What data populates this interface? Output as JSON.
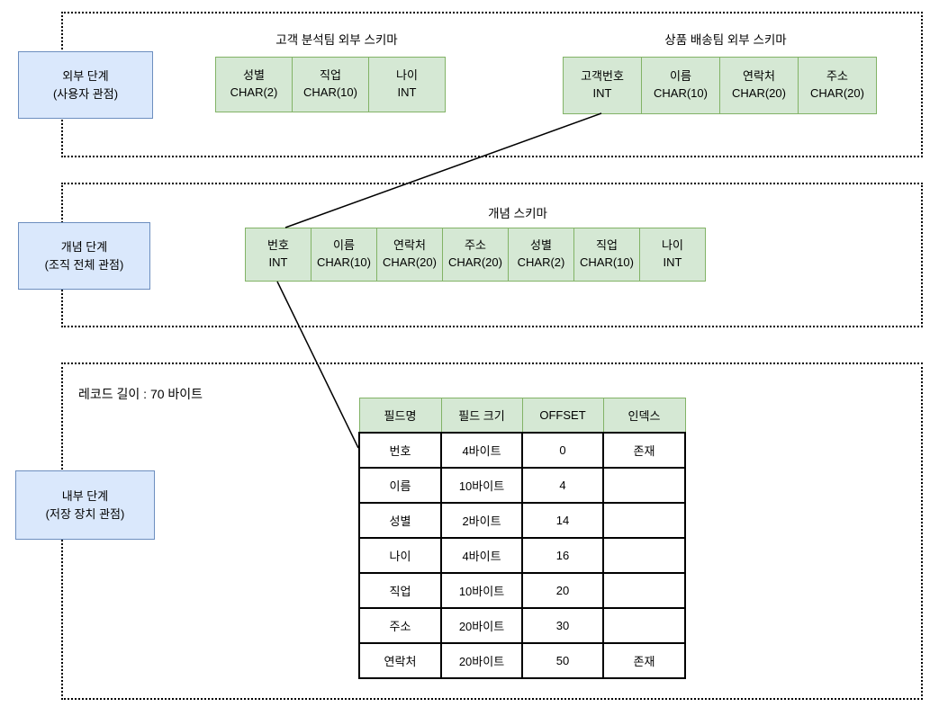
{
  "levels": {
    "external": {
      "line1": "외부 단계",
      "line2": "(사용자 관점)"
    },
    "conceptual": {
      "line1": "개념 단계",
      "line2": "(조직 전체 관점)"
    },
    "internal": {
      "line1": "내부 단계",
      "line2": "(저장 장치 관점)"
    }
  },
  "external_schemas": [
    {
      "title": "고객 분석팀 외부 스키마",
      "fields": [
        {
          "name": "성별",
          "type": "CHAR(2)"
        },
        {
          "name": "직업",
          "type": "CHAR(10)"
        },
        {
          "name": "나이",
          "type": "INT"
        }
      ]
    },
    {
      "title": "상품 배송팀 외부 스키마",
      "fields": [
        {
          "name": "고객번호",
          "type": "INT"
        },
        {
          "name": "이름",
          "type": "CHAR(10)"
        },
        {
          "name": "연락처",
          "type": "CHAR(20)"
        },
        {
          "name": "주소",
          "type": "CHAR(20)"
        }
      ]
    }
  ],
  "conceptual_schema": {
    "title": "개념 스키마",
    "fields": [
      {
        "name": "번호",
        "type": "INT"
      },
      {
        "name": "이름",
        "type": "CHAR(10)"
      },
      {
        "name": "연락처",
        "type": "CHAR(20)"
      },
      {
        "name": "주소",
        "type": "CHAR(20)"
      },
      {
        "name": "성별",
        "type": "CHAR(2)"
      },
      {
        "name": "직업",
        "type": "CHAR(10)"
      },
      {
        "name": "나이",
        "type": "INT"
      }
    ]
  },
  "internal": {
    "record_length_label": "레코드 길이 : 70 바이트",
    "table": {
      "headers": [
        "필드명",
        "필드 크기",
        "OFFSET",
        "인덱스"
      ],
      "rows": [
        {
          "field": "번호",
          "size": "4바이트",
          "offset": "0",
          "index": "존재"
        },
        {
          "field": "이름",
          "size": "10바이트",
          "offset": "4",
          "index": ""
        },
        {
          "field": "성별",
          "size": "2바이트",
          "offset": "14",
          "index": ""
        },
        {
          "field": "나이",
          "size": "4바이트",
          "offset": "16",
          "index": ""
        },
        {
          "field": "직업",
          "size": "10바이트",
          "offset": "20",
          "index": ""
        },
        {
          "field": "주소",
          "size": "20바이트",
          "offset": "30",
          "index": ""
        },
        {
          "field": "연락처",
          "size": "20바이트",
          "offset": "50",
          "index": "존재"
        }
      ]
    }
  },
  "colors": {
    "field_fill": "#d5e8d4",
    "field_border": "#82b366",
    "level_fill": "#dae8fc",
    "level_border": "#6c8ebf",
    "connector": "#000000",
    "dashed_border": "#000000"
  }
}
